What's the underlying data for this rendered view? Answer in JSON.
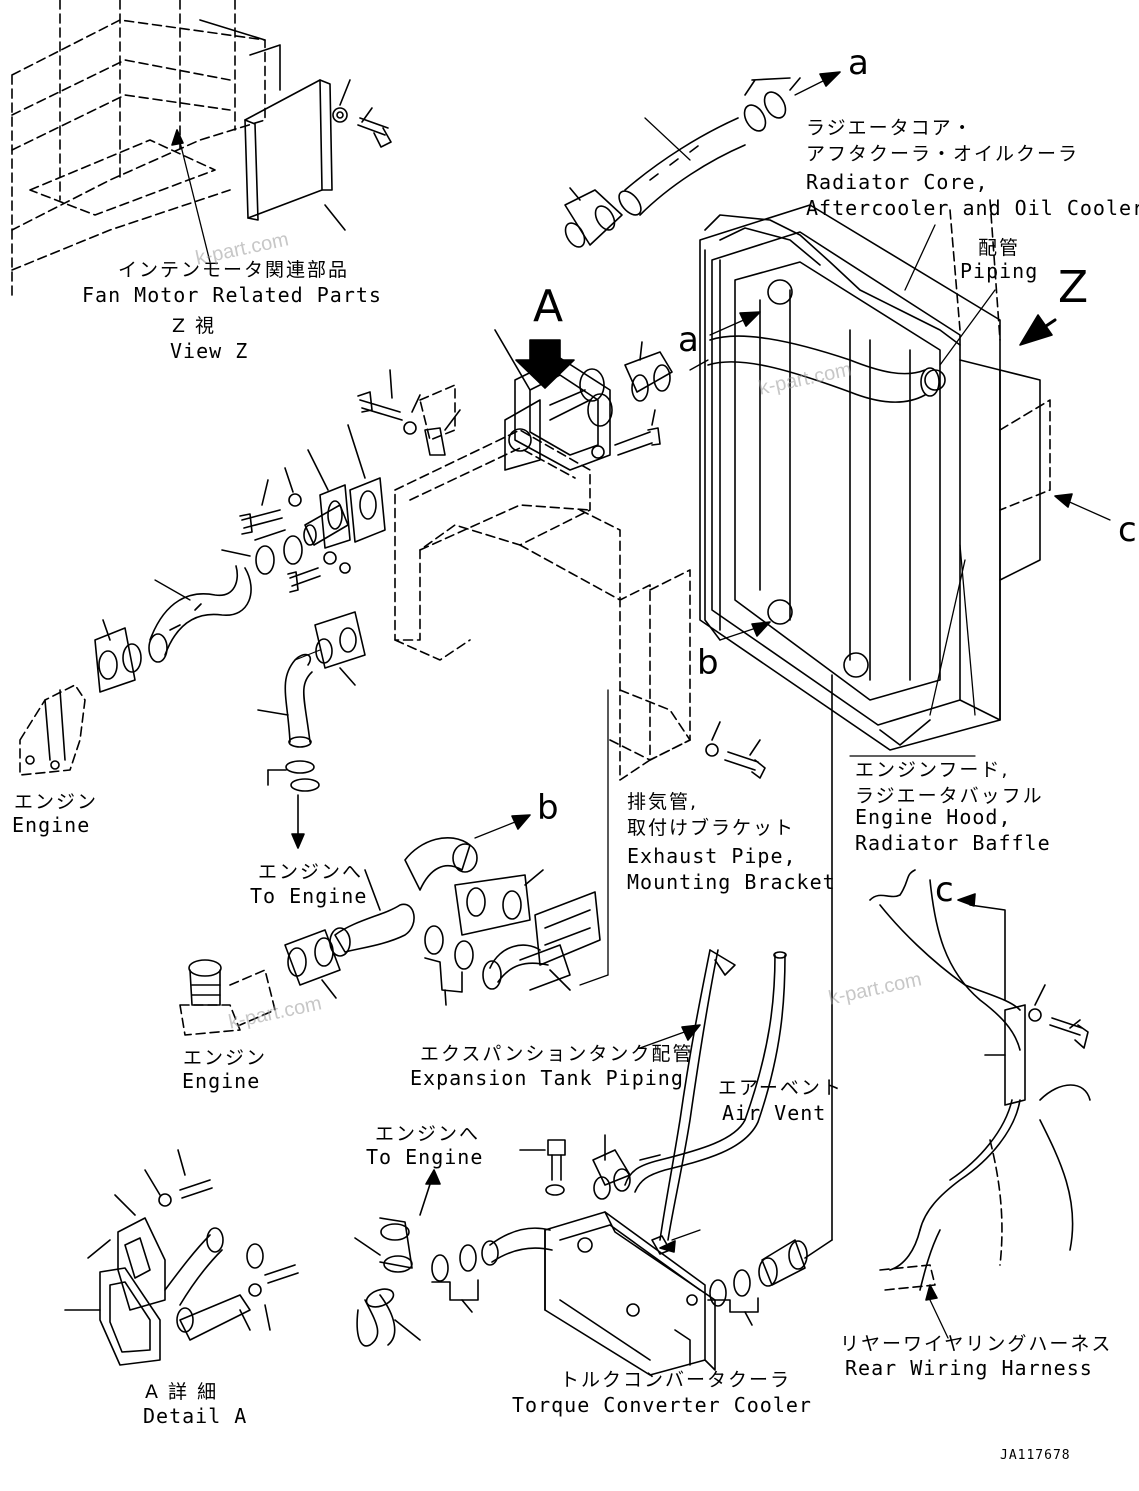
{
  "callouts": {
    "a": "a",
    "A": "A",
    "Z": "Z",
    "b": "b",
    "c": "c"
  },
  "labels": {
    "radiator": {
      "jp_line1": "ラジエータコア・",
      "jp_line2": "アフタクーラ・オイルクーラ",
      "en_line1": "Radiator Core,",
      "en_line2": "Aftercooler and Oil Cooler"
    },
    "piping": {
      "jp": "配管",
      "en": "Piping"
    },
    "fan_motor": {
      "jp": "インテンモータ関連部品",
      "en": "Fan Motor Related Parts"
    },
    "view_z": {
      "jp": "Z 視",
      "en": "View Z"
    },
    "engine": {
      "jp": "エンジン",
      "en": "Engine"
    },
    "to_engine": {
      "jp": "エンジンへ",
      "en": "To Engine"
    },
    "exhaust": {
      "jp_line1": "排気管,",
      "jp_line2": "取付けブラケット",
      "en_line1": "Exhaust Pipe,",
      "en_line2": "Mounting Bracket"
    },
    "hood": {
      "jp_line1": "エンジンフード,",
      "jp_line2": "ラジエータバッフル",
      "en_line1": "Engine Hood,",
      "en_line2": "Radiator Baffle"
    },
    "expansion_tank": {
      "jp": "エクスパンションタンク配管",
      "en": "Expansion Tank Piping"
    },
    "air_vent": {
      "jp": "エアーベント",
      "en": "Air Vent"
    },
    "rear_harness": {
      "jp": "リヤーワイヤリングハーネス",
      "en": "Rear Wiring Harness"
    },
    "detail_a": {
      "jp": "A 詳 細",
      "en": "Detail A"
    },
    "torque_converter": {
      "jp": "トルクコンバータクーラ",
      "en": "Torque Converter Cooler"
    }
  },
  "drawing_code": "JA117678",
  "watermark": "k-part.com"
}
